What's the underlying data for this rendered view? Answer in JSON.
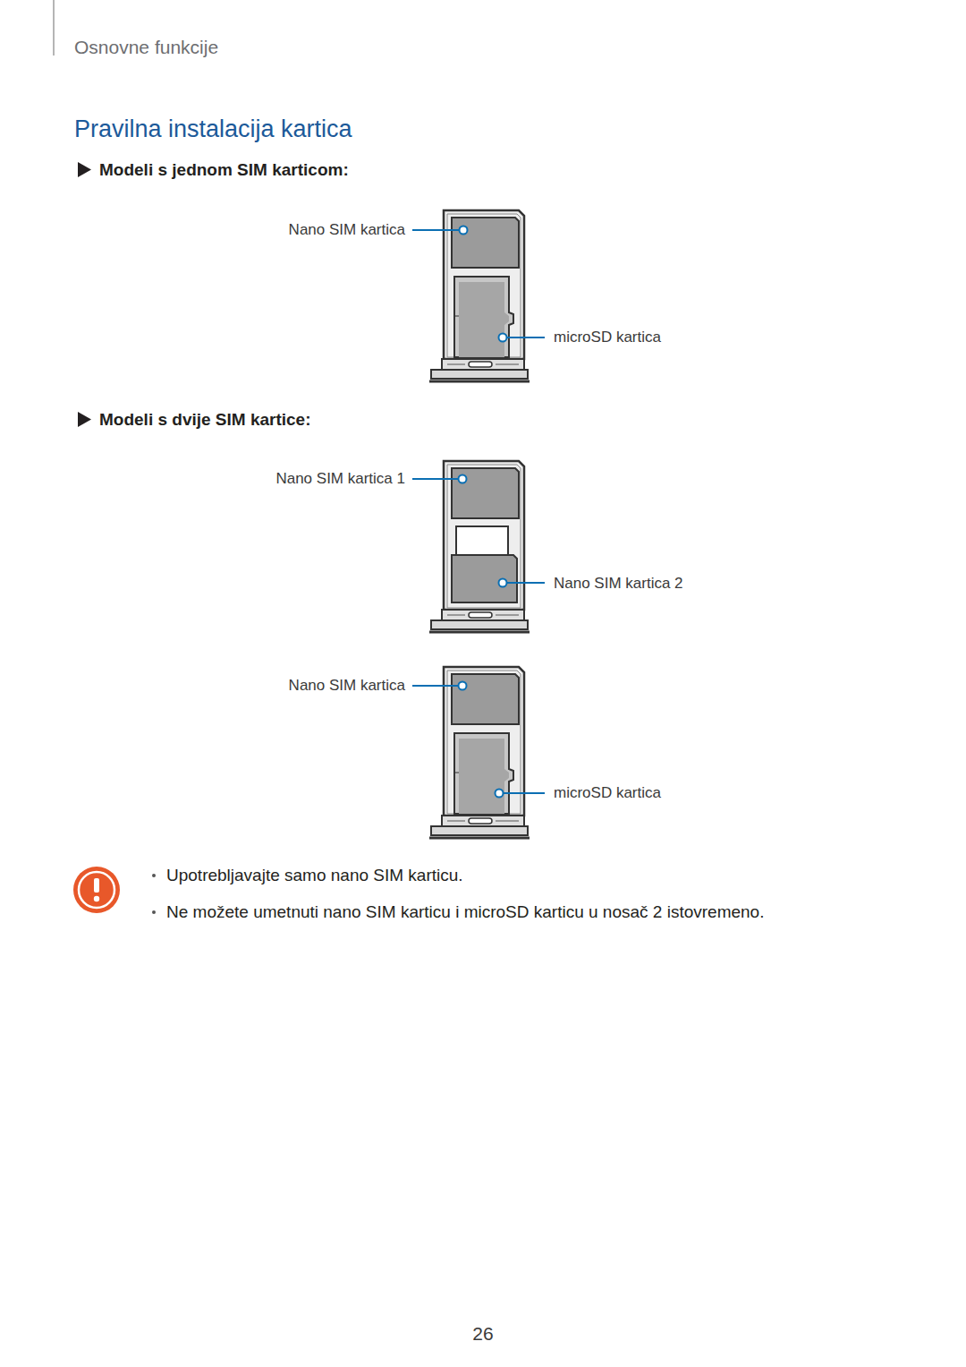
{
  "diagram": {
    "title": "Pravilna instalacija kartica",
    "labels": [
      "Osnovne funkcije",
      "Modeli s jednom SIM karticom:",
      "Nano SIM kartica",
      "microSD kartica",
      "Modeli s dvije SIM kartice:",
      "Nano SIM kartica 1",
      "Nano SIM kartica 2",
      "Nano SIM kartica",
      "microSD kartica",
      "Upotrebljavajte samo nano SIM karticu.",
      "Ne možete umetnuti nano SIM karticu i microSD karticu u nosač 2 istovremeno.",
      "26"
    ]
  }
}
